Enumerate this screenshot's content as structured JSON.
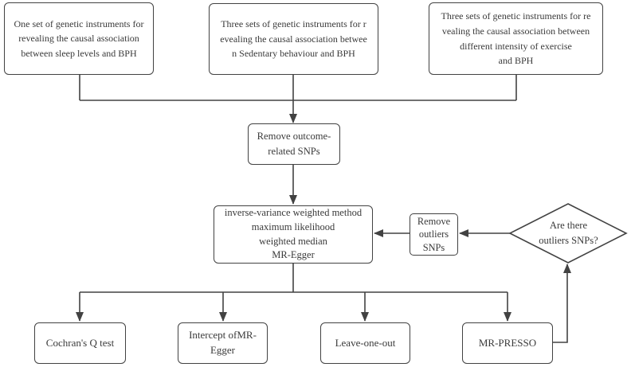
{
  "colors": {
    "line": "#424242",
    "text": "#3a3a3a",
    "bg": "#ffffff"
  },
  "nodes": {
    "sleep_instruments": {
      "label": "One set of genetic instruments for\nrevealing the causal association\nbetween sleep levels and BPH"
    },
    "sedentary_instruments": {
      "label": "Three sets of genetic instruments for r\nevealing the causal association betwee\nn Sedentary behaviour and BPH"
    },
    "exercise_instruments": {
      "label": "Three sets of genetic instruments for re\nvealing the causal association between\ndifferent intensity of exercise\nand BPH"
    },
    "remove_outcome_snps": {
      "label": "Remove outcome-\nrelated SNPs"
    },
    "mr_methods": {
      "label": "inverse-variance weighted method\nmaximum likelihood\nweighted median\nMR-Egger"
    },
    "remove_outliers_snps": {
      "label": "Remove\noutliers\nSNPs"
    },
    "outliers_decision": {
      "label": "Are there\noutliers SNPs?"
    },
    "cochran_q_test": {
      "label": "Cochran's Q test"
    },
    "egger_intercept": {
      "label": "Intercept ofMR-\nEgger"
    },
    "leave_one_out": {
      "label": "Leave-one-out"
    },
    "mr_presso": {
      "label": "MR-PRESSO"
    }
  }
}
